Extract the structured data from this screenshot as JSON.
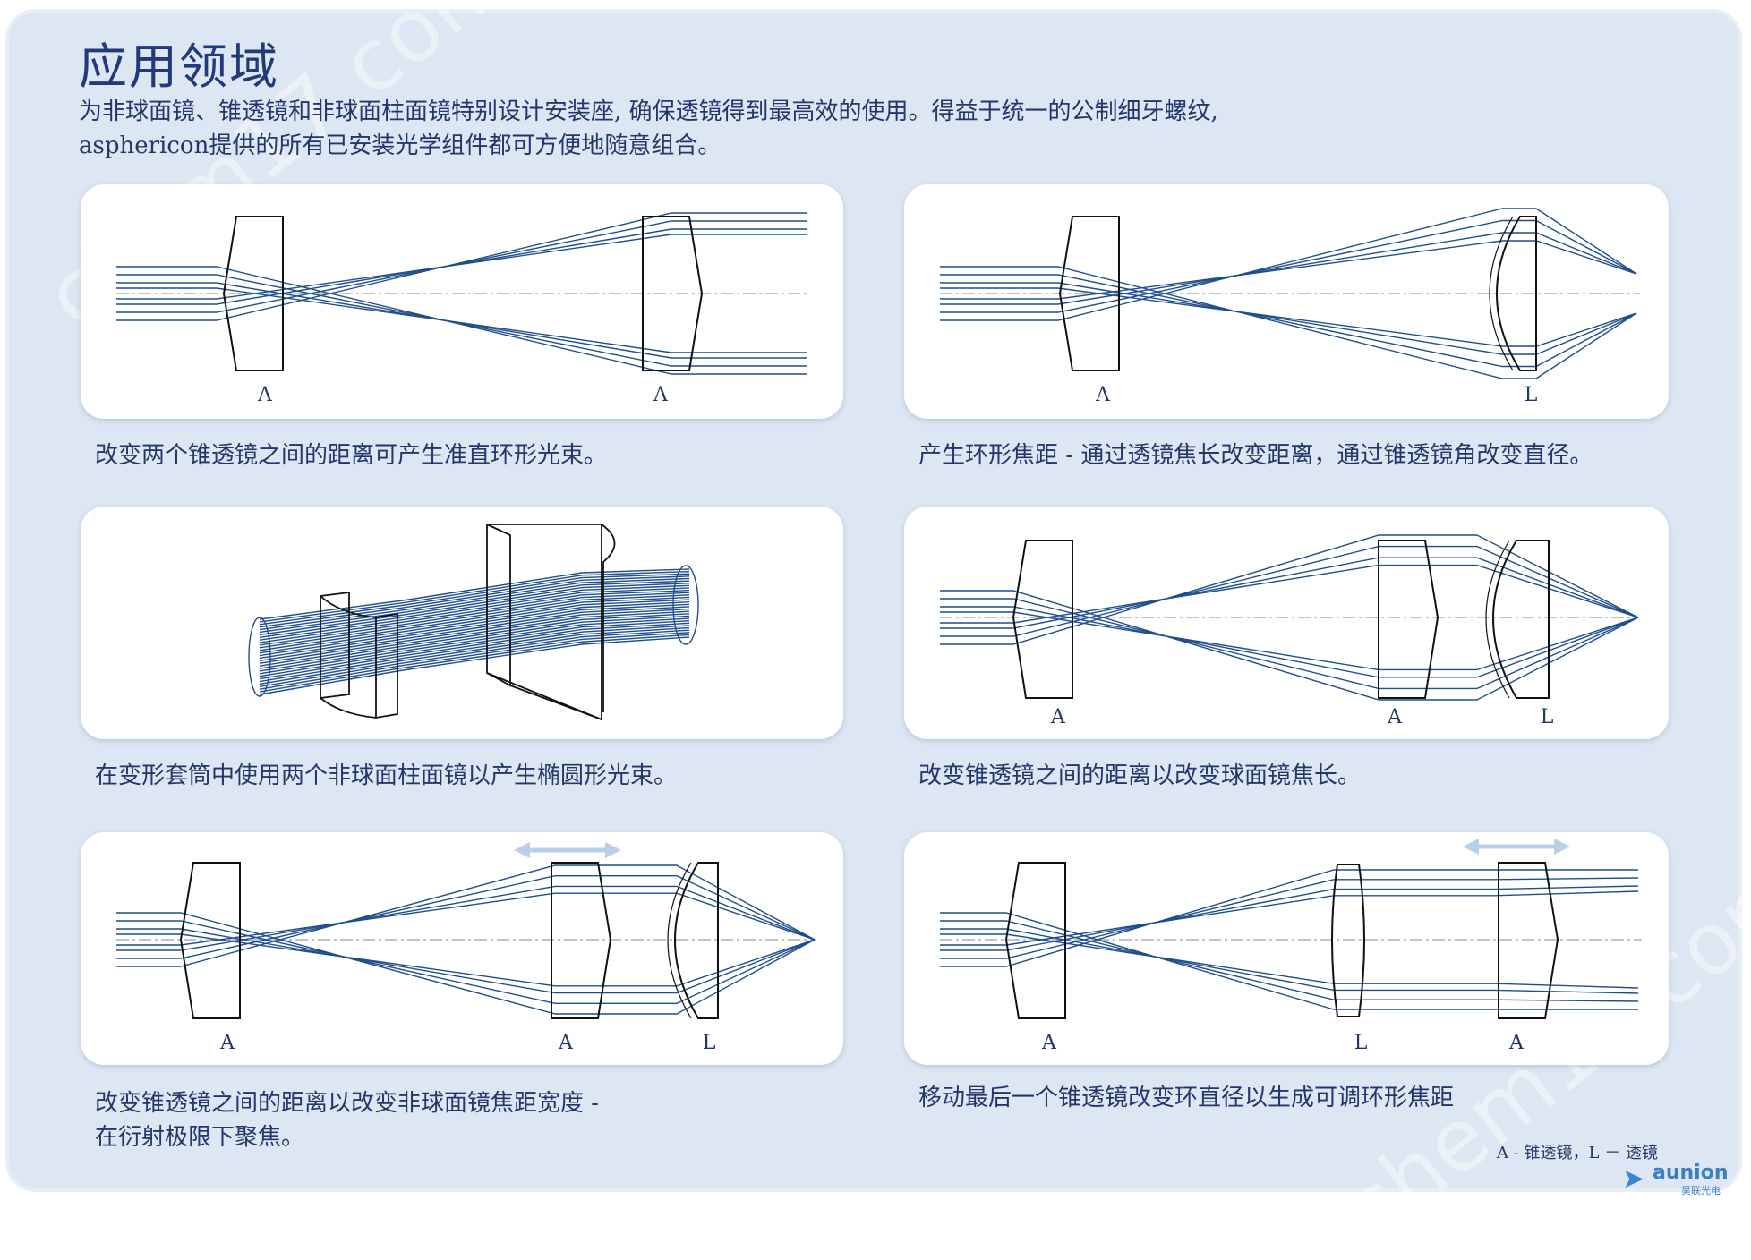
{
  "title": "应用领域",
  "intro": [
    "为非球面镜、锥透镜和非球面柱面镜特别设计安装座, 确保透镜得到最高效的使用。得益于统一的公制细牙螺纹,",
    "asphericon提供的所有已安装光学组件都可方便地随意组合。"
  ],
  "panels": [
    {
      "caption": [
        "改变两个锥透镜之间的距离可产生准直环形光束。"
      ],
      "labels": [
        "A",
        "A"
      ]
    },
    {
      "caption": [
        "产生环形焦距 - 通过透镜焦长改变距离，通过锥透镜角改变直径。"
      ],
      "labels": [
        "A",
        "L"
      ]
    },
    {
      "caption": [
        "在变形套筒中使用两个非球面柱面镜以产生椭圆形光束。"
      ],
      "labels": []
    },
    {
      "caption": [
        "改变锥透镜之间的距离以改变球面镜焦长。"
      ],
      "labels": [
        "A",
        "A",
        "L"
      ]
    },
    {
      "caption": [
        "改变锥透镜之间的距离以改变非球面镜焦距宽度 -",
        "在衍射极限下聚焦。"
      ],
      "labels": [
        "A",
        "A",
        "L"
      ]
    },
    {
      "caption": [
        "移动最后一个锥透镜改变环直径以生成可调环形焦距"
      ],
      "labels": [
        "A",
        "L",
        "A"
      ]
    }
  ],
  "legend": "A - 锥透镜，L － 透镜",
  "logo": {
    "brand": "aunion",
    "sub": "昊联光电",
    "mark": "send-icon"
  },
  "watermark": "chem17.com",
  "colors": {
    "background": "#dde6f3",
    "text": "#23376a",
    "ray": "#1f4e8c",
    "arrow": "#b9cfe8"
  }
}
